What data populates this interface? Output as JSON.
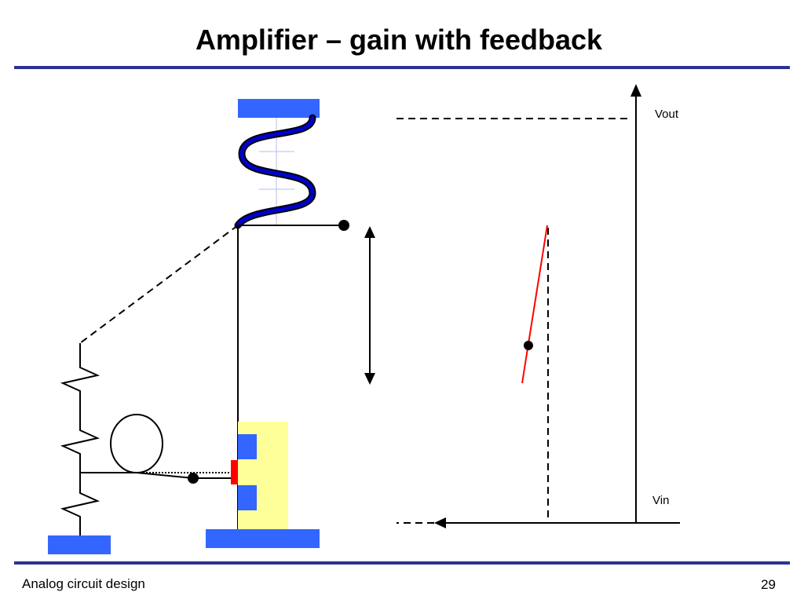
{
  "slide": {
    "title": "Amplifier – gain with feedback",
    "footer_left": "Analog circuit design",
    "page_number": "29"
  },
  "graph": {
    "y_axis_label": "Vout",
    "x_axis_label": "Vin"
  },
  "colors": {
    "rule": "#2e3192",
    "metal_plate": "#3366ff",
    "spring_fill": "#0000cc",
    "substrate": "#ffff99",
    "gate": "#ff0000",
    "transfer_line": "#ff0000",
    "line": "#000000"
  }
}
